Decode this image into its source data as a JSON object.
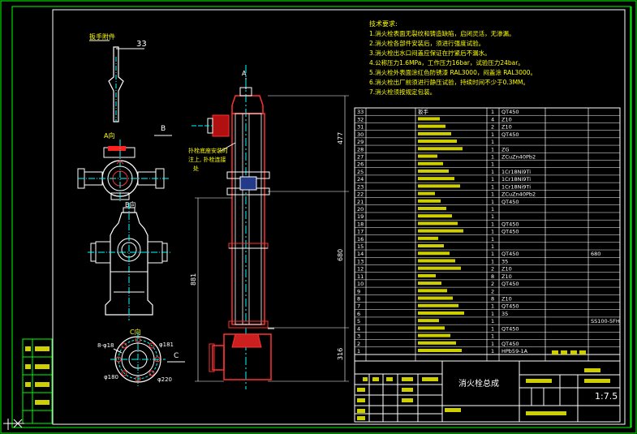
{
  "notes": {
    "title": "技术要求:",
    "lines": [
      "1.消火栓表面无裂纹和铸造缺陷，启闭灵活，无渗漏。",
      "2.消火栓各部件安装后，须进行强度试验。",
      "3.消火栓出水口闷盖应保证在拧紧后不漏水。",
      "4.公称压力1.6MPa，工作压力16bar，试验压力24bar。",
      "5.消火栓外表面涂红色防锈漆 RAL3000，闷盖涂 RAL3000。",
      "6.消火栓出厂前须进行静压试验，持续时间不少于0.3MM。",
      "7.消火栓须按规定包装。"
    ]
  },
  "labels": {
    "wrench_title": "扳手附件",
    "wrench_num": "33",
    "view_a": "A向",
    "view_b_label": "B向",
    "view_c": "C向",
    "sect_b": "B",
    "sect_c": "C",
    "top_a": "A",
    "annot_1": "扑栓底座安装时",
    "annot_2": "注上, 扑栓连接",
    "annot_3": "处",
    "bolt_circle": "8-φ18",
    "dim_180": "φ180",
    "dim_220": "φ220",
    "dim_181": "φ181"
  },
  "dimensions": {
    "d_477": "477",
    "d_680": "680",
    "d_881": "881",
    "d_316": "316"
  },
  "parts": [
    {
      "no": "33",
      "name": "扳手",
      "qty": "1",
      "mat": "QT450"
    },
    {
      "no": "32",
      "name": "",
      "qty": "4",
      "mat": "Z10"
    },
    {
      "no": "31",
      "name": "",
      "qty": "2",
      "mat": "Z10"
    },
    {
      "no": "30",
      "name": "",
      "qty": "1",
      "mat": "QT450"
    },
    {
      "no": "29",
      "name": "",
      "qty": "1",
      "mat": ""
    },
    {
      "no": "28",
      "name": "",
      "qty": "1",
      "mat": "ZG"
    },
    {
      "no": "27",
      "name": "",
      "qty": "1",
      "mat": "ZCuZn40Pb2"
    },
    {
      "no": "26",
      "name": "",
      "qty": "1",
      "mat": ""
    },
    {
      "no": "25",
      "name": "",
      "qty": "1",
      "mat": "1Cr18Ni9Ti"
    },
    {
      "no": "24",
      "name": "",
      "qty": "1",
      "mat": "1Cr18Ni9Ti"
    },
    {
      "no": "23",
      "name": "",
      "qty": "1",
      "mat": "1Cr18Ni9Ti"
    },
    {
      "no": "22",
      "name": "",
      "qty": "1",
      "mat": "ZCuZn40Pb2"
    },
    {
      "no": "21",
      "name": "",
      "qty": "1",
      "mat": "QT450"
    },
    {
      "no": "20",
      "name": "",
      "qty": "1",
      "mat": ""
    },
    {
      "no": "19",
      "name": "",
      "qty": "1",
      "mat": ""
    },
    {
      "no": "18",
      "name": "",
      "qty": "1",
      "mat": "QT450"
    },
    {
      "no": "17",
      "name": "",
      "qty": "1",
      "mat": "QT450"
    },
    {
      "no": "16",
      "name": "",
      "qty": "1",
      "mat": ""
    },
    {
      "no": "15",
      "name": "",
      "qty": "1",
      "mat": ""
    },
    {
      "no": "14",
      "name": "",
      "qty": "1",
      "mat": "QT450"
    },
    {
      "no": "13",
      "name": "",
      "qty": "1",
      "mat": "35"
    },
    {
      "no": "12",
      "name": "",
      "qty": "2",
      "mat": "Z10"
    },
    {
      "no": "11",
      "name": "",
      "qty": "8",
      "mat": "Z10"
    },
    {
      "no": "10",
      "name": "",
      "qty": "2",
      "mat": "QT450"
    },
    {
      "no": "9",
      "name": "",
      "qty": "2",
      "mat": ""
    },
    {
      "no": "8",
      "name": "",
      "qty": "8",
      "mat": "Z10"
    },
    {
      "no": "7",
      "name": "",
      "qty": "1",
      "mat": "QT450"
    },
    {
      "no": "6",
      "name": "",
      "qty": "1",
      "mat": "35"
    },
    {
      "no": "5",
      "name": "",
      "qty": "1",
      "mat": ""
    },
    {
      "no": "4",
      "name": "",
      "qty": "1",
      "mat": "QT450"
    },
    {
      "no": "3",
      "name": "",
      "qty": "1",
      "mat": ""
    },
    {
      "no": "2",
      "name": "",
      "qty": "1",
      "mat": "QT450"
    },
    {
      "no": "1",
      "name": "",
      "qty": "1",
      "mat": "HPb59-1A"
    }
  ],
  "part_notes": {
    "row14_note": "680",
    "row5_note": "SS100-5FH"
  },
  "title_block": {
    "drawing_name": "消火栓总成",
    "scale": "1:7.5"
  }
}
